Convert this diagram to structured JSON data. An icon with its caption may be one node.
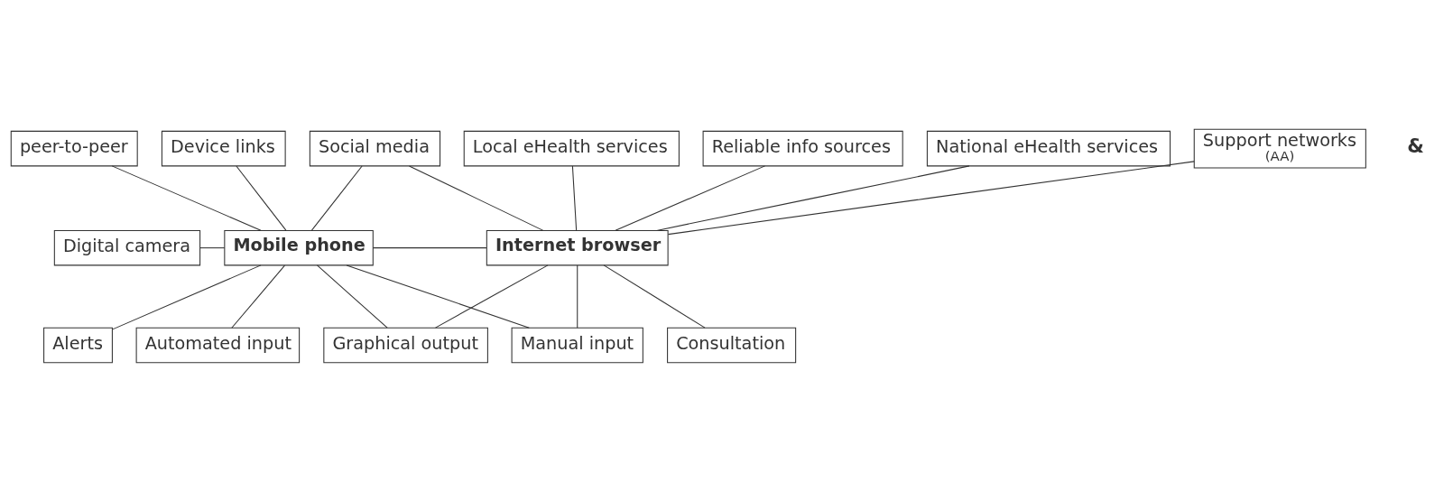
{
  "diagram": {
    "nodes": [
      {
        "text": [
          "Mobile phone"
        ]
      },
      {
        "text": [
          "Internet browser"
        ]
      },
      {
        "text": [
          "Digital camera"
        ]
      },
      {
        "text": [
          "Device links"
        ]
      },
      {
        "text": [
          "peer-to-peer"
        ]
      },
      {
        "text": [
          "Social media"
        ]
      },
      {
        "text": [
          "Support networks",
          "(AA)"
        ]
      },
      {
        "text": [
          "Local eHealth services"
        ]
      },
      {
        "text": [
          "Reliable info sources"
        ]
      },
      {
        "text": [
          "National eHealth services"
        ]
      },
      {
        "text": [
          "Consultation"
        ]
      },
      {
        "text": [
          "Automated input"
        ]
      },
      {
        "text": [
          "Alerts"
        ]
      },
      {
        "text": [
          "Manual input"
        ]
      },
      {
        "text": [
          "Graphical output"
        ]
      }
    ],
    "edges": [
      {
        "from": 2,
        "to": 0,
        "arrow": "none"
      },
      {
        "from": 3,
        "to": 0,
        "arrow": "none"
      },
      {
        "from": 4,
        "to": 0,
        "arrow": "none"
      },
      {
        "from": 5,
        "to": 0,
        "arrow": "none"
      },
      {
        "from": 0,
        "to": 1,
        "arrow": "none"
      },
      {
        "from": 5,
        "to": 1,
        "arrow": "none"
      },
      {
        "from": 6,
        "to": 1,
        "arrow": "none"
      },
      {
        "from": 7,
        "to": 1,
        "arrow": "none"
      },
      {
        "from": 8,
        "to": 1,
        "arrow": "none"
      },
      {
        "from": 9,
        "to": 1,
        "arrow": "none"
      },
      {
        "from": 1,
        "to": 10,
        "arrow": "none"
      },
      {
        "from": 0,
        "to": 11,
        "arrow": "none"
      },
      {
        "from": 0,
        "to": 12,
        "arrow": "none"
      },
      {
        "from": 0,
        "to": 13,
        "arrow": "none"
      },
      {
        "from": 0,
        "to": 14,
        "arrow": "none"
      },
      {
        "from": 1,
        "to": 13,
        "arrow": "none"
      },
      {
        "from": 1,
        "to": 14,
        "arrow": "none"
      }
    ],
    "labels": [
      "&"
    ]
  }
}
